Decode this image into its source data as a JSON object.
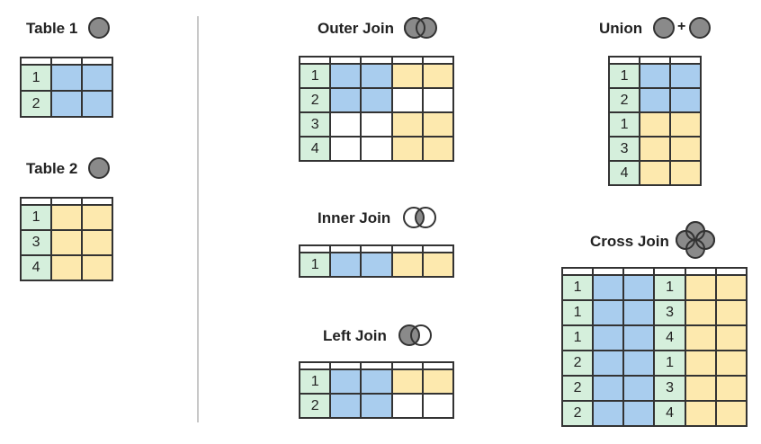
{
  "colors": {
    "key_green": "#d5efdc",
    "table1_blue": "#a9cdee",
    "table2_yellow": "#fde9ae",
    "empty_white": "#ffffff",
    "circle_gray": "#8a8a8a",
    "border": "#333333"
  },
  "diagrams": {
    "table1": {
      "title": "Table 1",
      "icon": "single-circle-icon",
      "rows": [
        [
          "1",
          "b",
          "b"
        ],
        [
          "2",
          "b",
          "b"
        ]
      ]
    },
    "table2": {
      "title": "Table 2",
      "icon": "single-circle-icon",
      "rows": [
        [
          "1",
          "y",
          "y"
        ],
        [
          "3",
          "y",
          "y"
        ],
        [
          "4",
          "y",
          "y"
        ]
      ]
    },
    "outer_join": {
      "title": "Outer Join",
      "icon": "full-overlap-venn-icon",
      "rows": [
        [
          "1",
          "b",
          "b",
          "y",
          "y"
        ],
        [
          "2",
          "b",
          "b",
          "w",
          "w"
        ],
        [
          "3",
          "w",
          "w",
          "y",
          "y"
        ],
        [
          "4",
          "w",
          "w",
          "y",
          "y"
        ]
      ]
    },
    "inner_join": {
      "title": "Inner Join",
      "icon": "intersection-venn-icon",
      "rows": [
        [
          "1",
          "b",
          "b",
          "y",
          "y"
        ]
      ]
    },
    "left_join": {
      "title": "Left Join",
      "icon": "left-venn-icon",
      "rows": [
        [
          "1",
          "b",
          "b",
          "y",
          "y"
        ],
        [
          "2",
          "b",
          "b",
          "w",
          "w"
        ]
      ]
    },
    "union": {
      "title": "Union",
      "plus": "+",
      "icon": "union-plus-icon",
      "rows": [
        [
          "1",
          "b",
          "b"
        ],
        [
          "2",
          "b",
          "b"
        ],
        [
          "1",
          "y",
          "y"
        ],
        [
          "3",
          "y",
          "y"
        ],
        [
          "4",
          "y",
          "y"
        ]
      ]
    },
    "cross_join": {
      "title": "Cross Join",
      "icon": "four-circle-icon",
      "rows": [
        [
          "1",
          "b",
          "b",
          "1",
          "y",
          "y"
        ],
        [
          "1",
          "b",
          "b",
          "3",
          "y",
          "y"
        ],
        [
          "1",
          "b",
          "b",
          "4",
          "y",
          "y"
        ],
        [
          "2",
          "b",
          "b",
          "1",
          "y",
          "y"
        ],
        [
          "2",
          "b",
          "b",
          "3",
          "y",
          "y"
        ],
        [
          "2",
          "b",
          "b",
          "4",
          "y",
          "y"
        ]
      ]
    }
  }
}
